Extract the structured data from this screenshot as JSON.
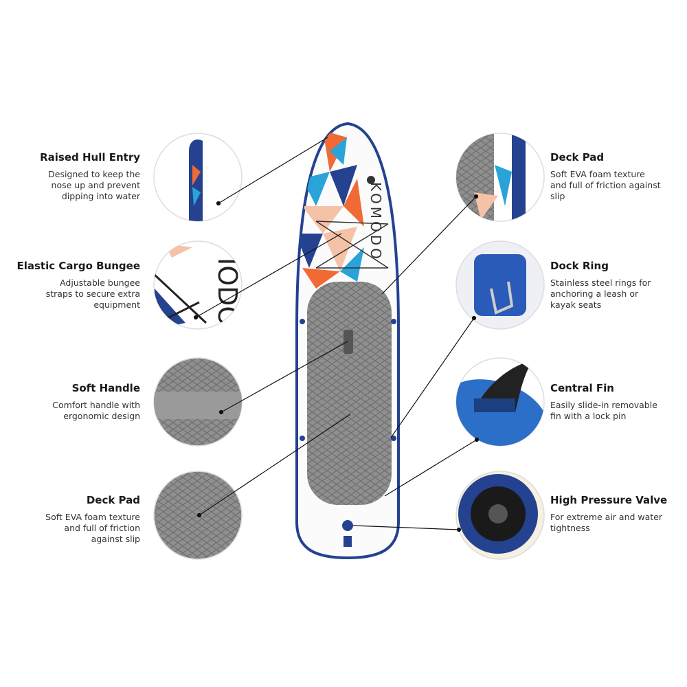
{
  "brand_logo_text": "KOMODO",
  "colors": {
    "board_blue": "#24428f",
    "accent_orange": "#f06a35",
    "accent_cyan": "#2aa3d9",
    "peach": "#f5c2a8",
    "deck_gray": "#8c8c8c"
  },
  "features_left": [
    {
      "title": "Raised Hull Entry",
      "lines": [
        "Designed to keep the",
        "nose up and prevent",
        "dipping into water"
      ]
    },
    {
      "title": "Elastic Cargo Bungee",
      "lines": [
        "Adjustable bungee",
        "straps to secure extra",
        "equipment"
      ]
    },
    {
      "title": "Soft Handle",
      "lines": [
        "Comfort handle with",
        "ergonomic design"
      ]
    },
    {
      "title": "Deck Pad",
      "lines": [
        "Soft EVA foam texture",
        "and full of friction",
        "against slip"
      ]
    }
  ],
  "features_right": [
    {
      "title": "Deck Pad",
      "lines": [
        "Soft EVA foam texture",
        "and full of friction against",
        "slip"
      ]
    },
    {
      "title": "Dock Ring",
      "lines": [
        "Stainless steel rings for",
        "anchoring a leash or",
        "kayak seats"
      ]
    },
    {
      "title": "Central Fin",
      "lines": [
        "Easily slide-in removable",
        "fin with a lock pin"
      ]
    },
    {
      "title": "High Pressure Valve",
      "lines": [
        "For extreme air and water",
        "tightness"
      ]
    }
  ]
}
